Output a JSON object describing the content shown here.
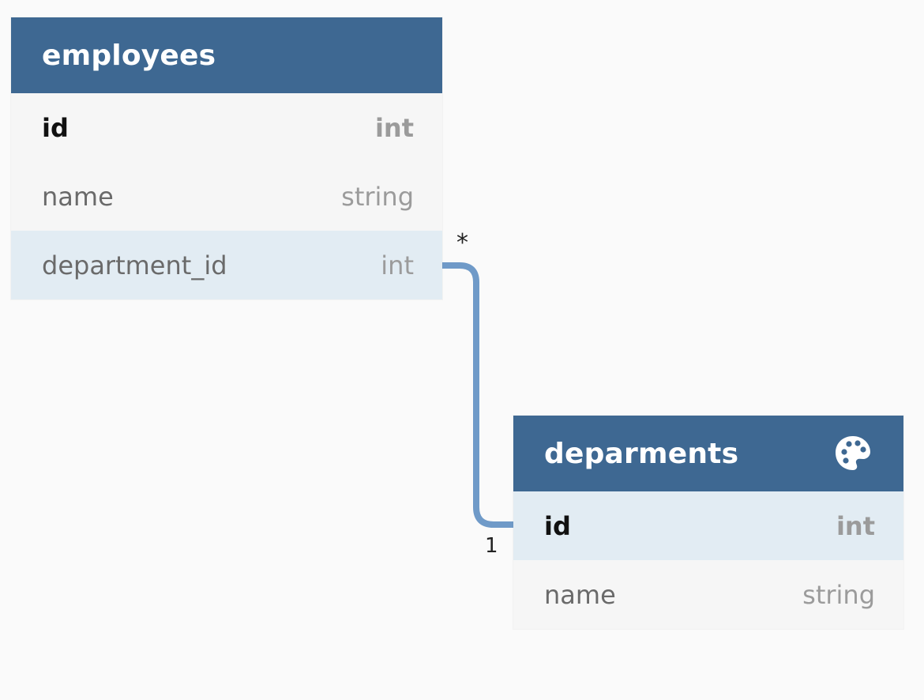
{
  "colors": {
    "header": "#3e6892",
    "row": "#f6f6f6",
    "row_highlight": "#e2ecf3",
    "connector": "#6f9ac8",
    "background": "#fafafa"
  },
  "tables": [
    {
      "name": "employees",
      "fields": [
        {
          "name": "id",
          "type": "int",
          "primary_key": true
        },
        {
          "name": "name",
          "type": "string"
        },
        {
          "name": "department_id",
          "type": "int",
          "highlighted": true
        }
      ]
    },
    {
      "name": "deparments",
      "icon": "palette-icon",
      "fields": [
        {
          "name": "id",
          "type": "int",
          "primary_key": true,
          "highlighted": true
        },
        {
          "name": "name",
          "type": "string"
        }
      ]
    }
  ],
  "relation": {
    "from": "employees.department_id",
    "to": "deparments.id",
    "from_cardinality": "*",
    "to_cardinality": "1"
  }
}
